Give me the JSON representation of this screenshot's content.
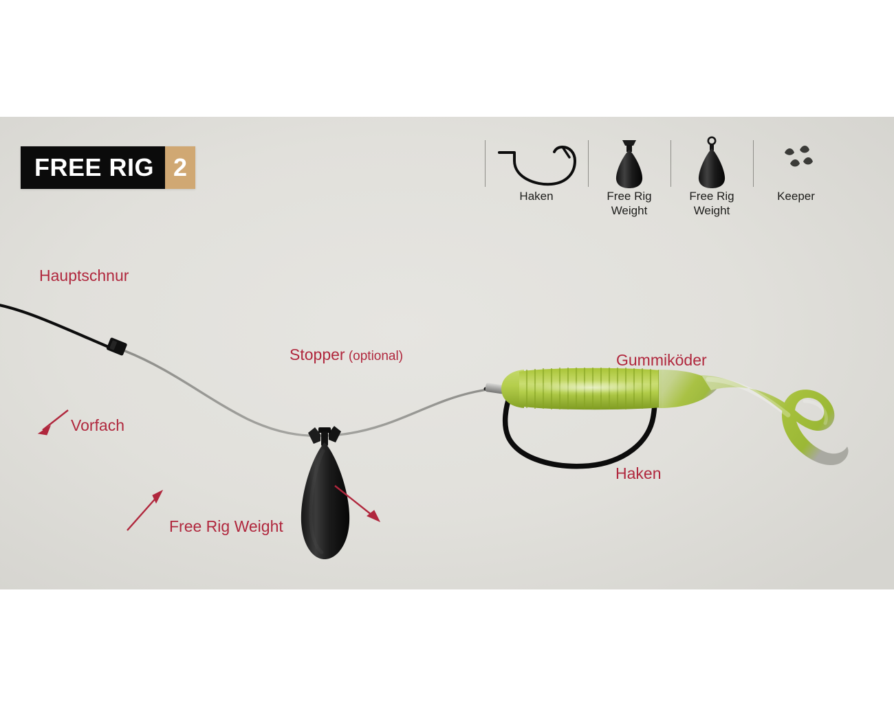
{
  "panel": {
    "background_color": "#e3e2de",
    "accent_red": "#b0273d",
    "lure_green": "#a8c63c",
    "logo_tan": "#d0a873",
    "line_black": "#0d0d0d",
    "leader_gray": "#9a9a96"
  },
  "logo": {
    "title": "FREE RIG",
    "number": "2"
  },
  "legend": {
    "items": [
      {
        "icon": "fishing-hook-icon",
        "label": "Haken"
      },
      {
        "icon": "free-rig-weight-icon",
        "label": "Free Rig\nWeight"
      },
      {
        "icon": "free-rig-weight-ring-icon",
        "label": "Free Rig\nWeight"
      },
      {
        "icon": "keeper-icon",
        "label": "Keeper"
      }
    ]
  },
  "callouts": {
    "hauptschnur": {
      "text": "Hauptschnur"
    },
    "vorfach": {
      "text": "Vorfach"
    },
    "stopper": {
      "text": "Stopper",
      "suffix": " (optional)"
    },
    "free_rig_weight": {
      "text": "Free Rig Weight"
    },
    "gummikoeder": {
      "text": "Gummiköder"
    },
    "haken": {
      "text": "Haken"
    }
  }
}
